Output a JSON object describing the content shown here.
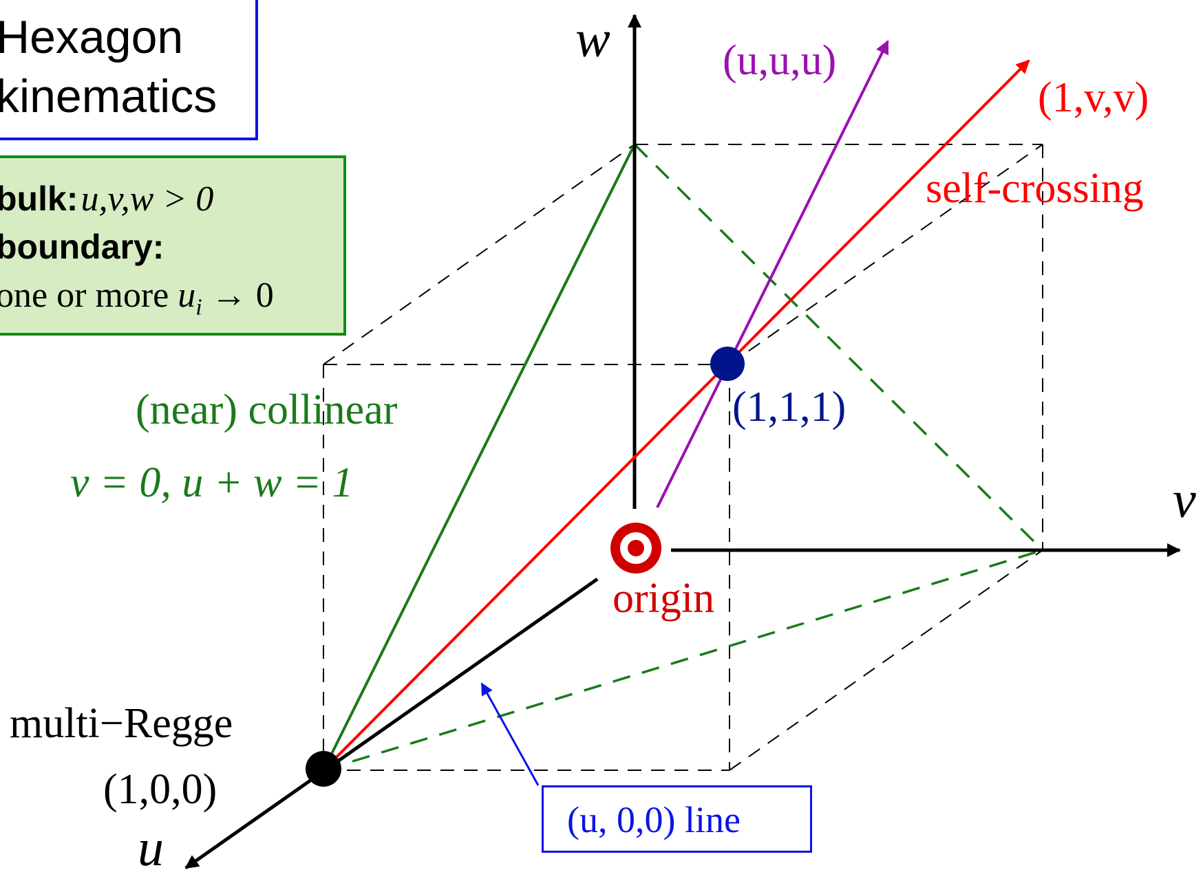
{
  "title": {
    "line1": "Hexagon",
    "line2": "kinematics"
  },
  "conditions": {
    "bulk_label": "bulk:",
    "bulk_expr": "u,v,w > 0",
    "boundary_label": "boundary:",
    "boundary_expr_prefix": "one or more ",
    "boundary_expr_var": "u",
    "boundary_expr_sub": "i",
    "boundary_expr_arrow": "→",
    "boundary_expr_suffix": " 0"
  },
  "axes": {
    "u": "u",
    "v": "v",
    "w": "w"
  },
  "labels": {
    "uuu_line": "(u,u,u)",
    "one_v_v": "(1,v,v)",
    "self_crossing": "self-crossing",
    "point_111": "(1,1,1)",
    "near_collinear": "(near) collinear",
    "collinear_eq": "v = 0,  u + w = 1",
    "origin": "origin",
    "multi_regge": "multi−Regge",
    "point_100": "(1,0,0)",
    "u00_line": "(u, 0,0)  line"
  },
  "colors": {
    "red": "#ff0000",
    "dark_red": "#d00000",
    "green": "#1a7a1a",
    "purple": "#9a10b0",
    "navy": "#00148c",
    "blue": "#0a14e6",
    "black": "#000000",
    "box_green_fill": "#d7ecc2"
  }
}
